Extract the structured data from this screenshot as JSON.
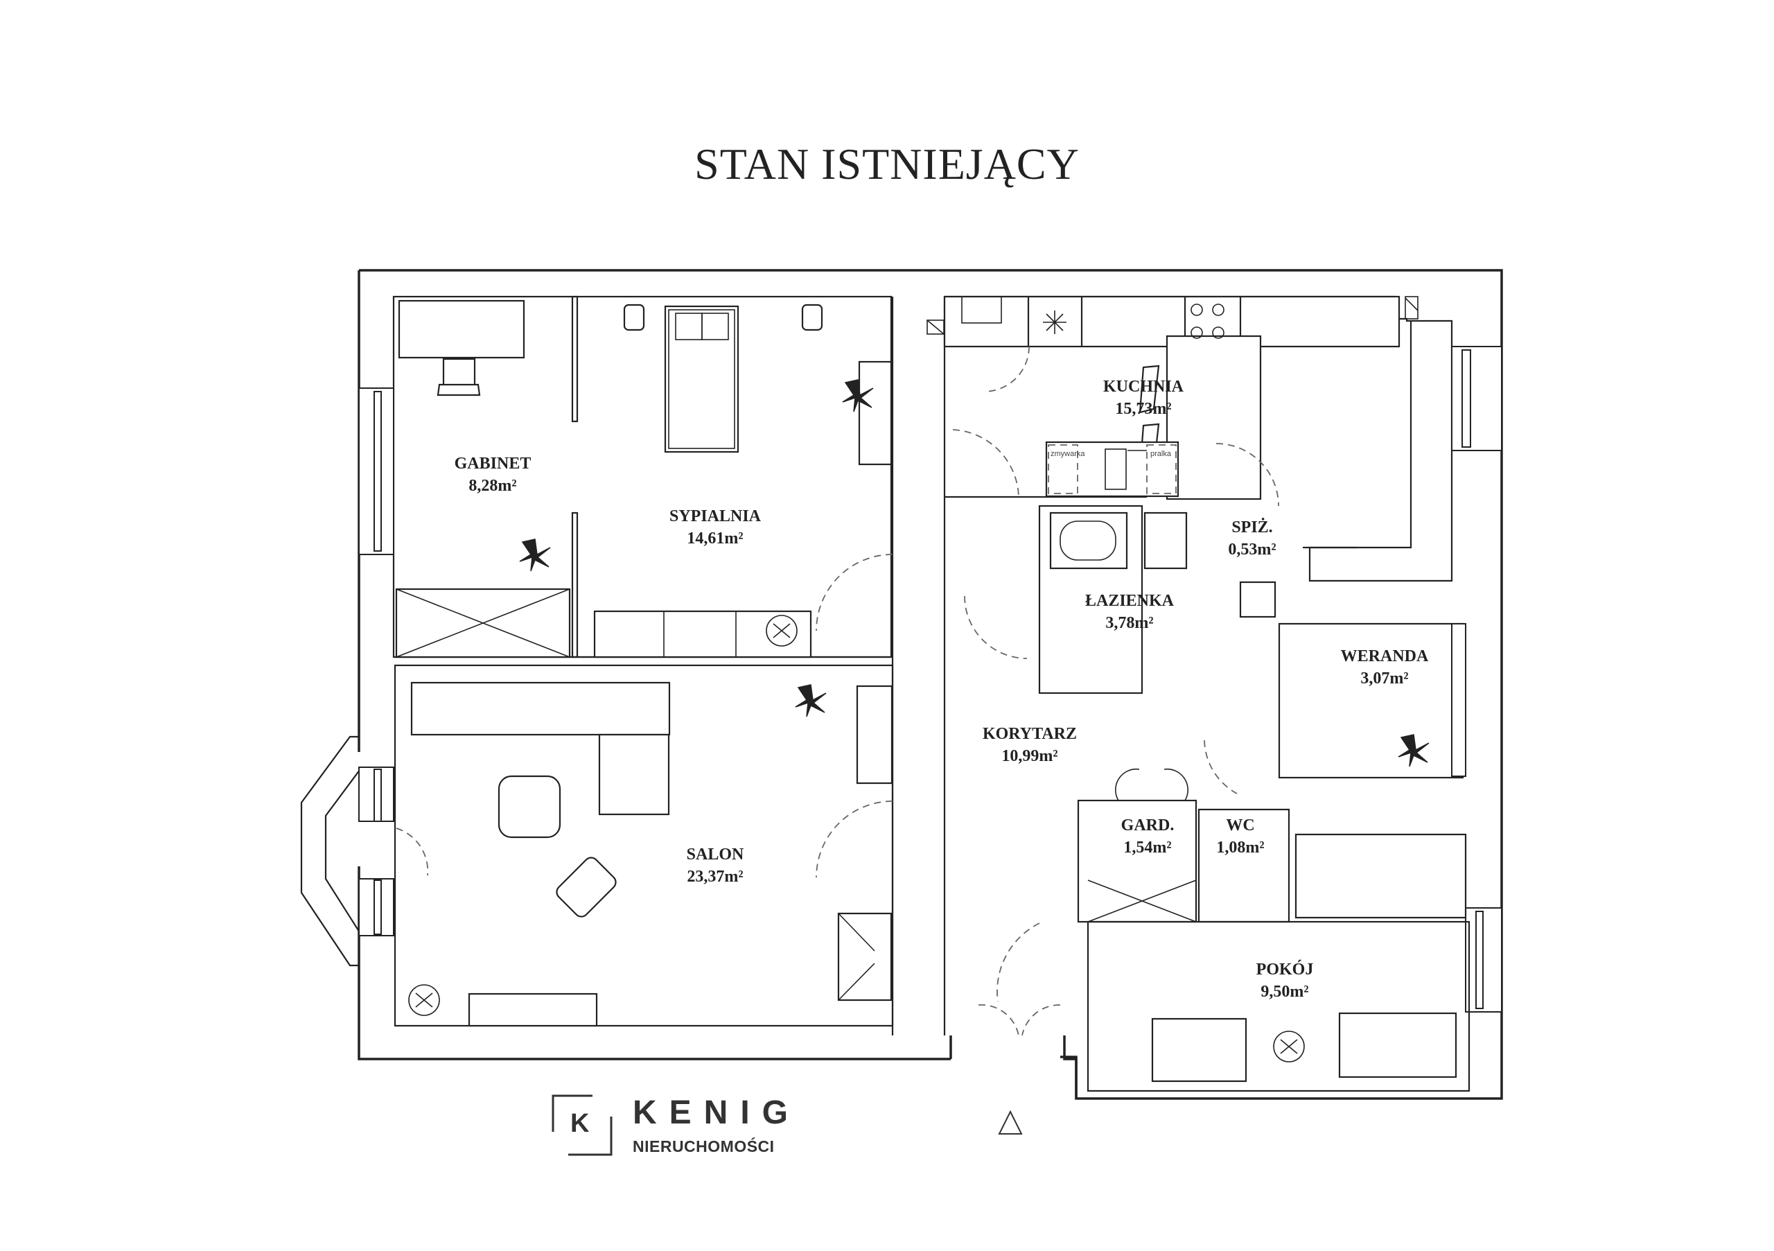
{
  "title": "STAN ISTNIEJĄCY",
  "rooms": {
    "gabinet": {
      "name": "GABINET",
      "area": "8,28m²"
    },
    "sypialnia": {
      "name": "SYPIALNIA",
      "area": "14,61m²"
    },
    "kuchnia": {
      "name": "KUCHNIA",
      "area": "15,73m²"
    },
    "spiz": {
      "name": "SPIŻ.",
      "area": "0,53m²"
    },
    "lazienka": {
      "name": "ŁAZIENKA",
      "area": "3,78m²"
    },
    "weranda": {
      "name": "WERANDA",
      "area": "3,07m²"
    },
    "korytarz": {
      "name": "KORYTARZ",
      "area": "10,99m²"
    },
    "salon": {
      "name": "SALON",
      "area": "23,37m²"
    },
    "gard": {
      "name": "GARD.",
      "area": "1,54m²"
    },
    "wc": {
      "name": "WC",
      "area": "1,08m²"
    },
    "pokoj": {
      "name": "POKÓJ",
      "area": "9,50m²"
    }
  },
  "appliances": {
    "dishwasher": "zmywarka",
    "washer": "pralka"
  },
  "logo": {
    "letter": "K",
    "name": "KENIG",
    "subtitle": "NIERUCHOMOŚCI"
  },
  "icons": {
    "north_marker": "triangle-outline",
    "plant": "plant-icon",
    "hob": "hob-icon",
    "fridge": "snowflake-icon"
  }
}
